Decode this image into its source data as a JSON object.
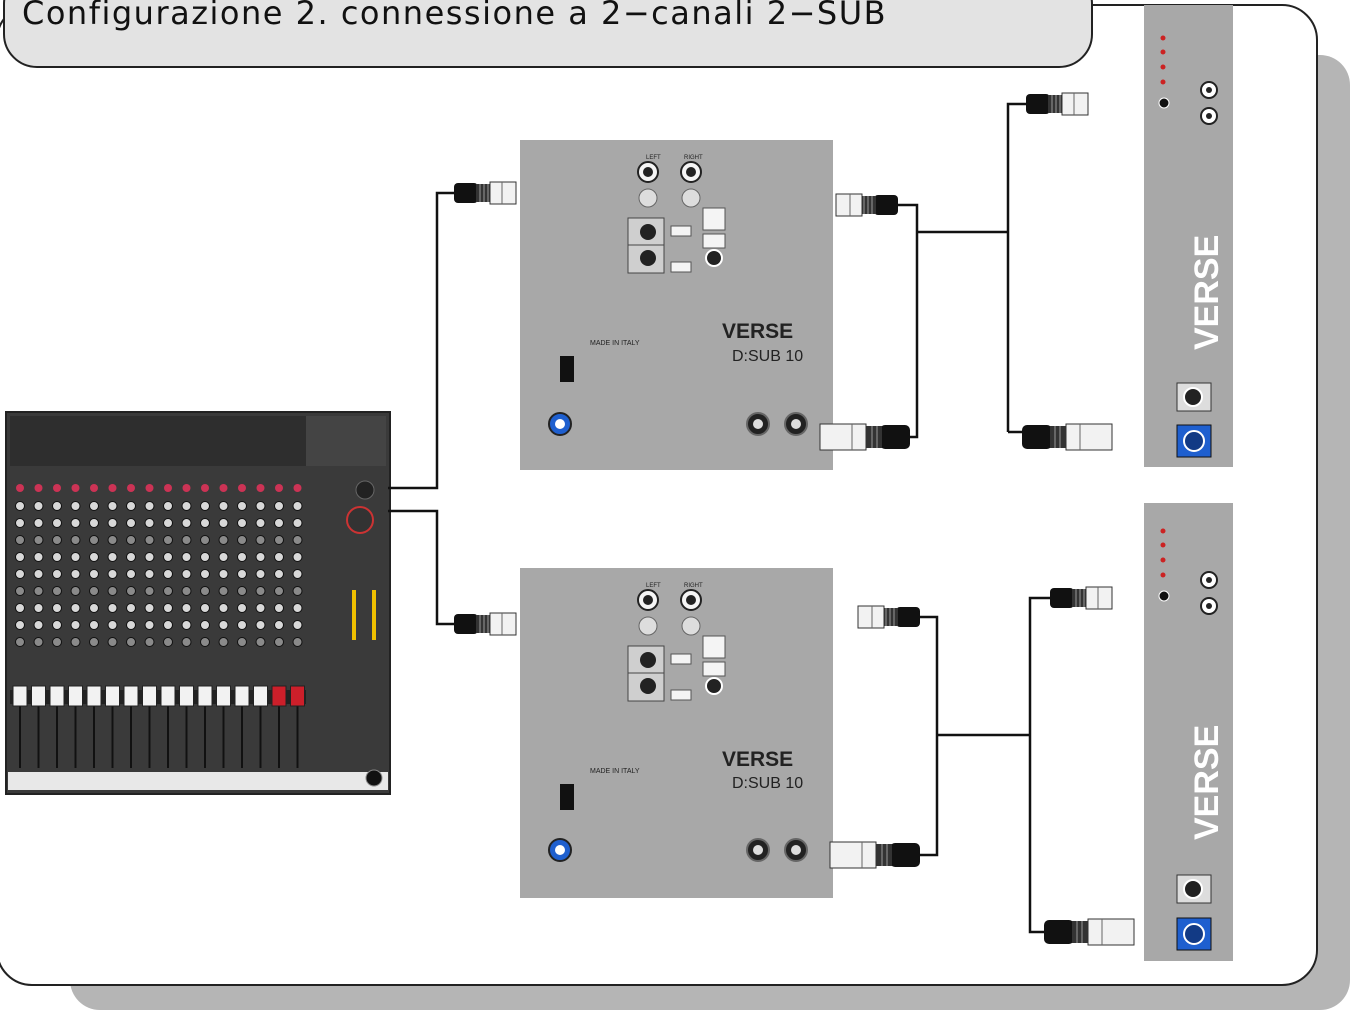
{
  "title": "Configurazione 2. connessione a 2−canali 2−SUB",
  "sub_panel": {
    "brand": "VERSE",
    "model": "D:SUB 10",
    "made_in": "MADE IN ITALY",
    "input_left": "LEFT",
    "input_right": "RIGHT"
  },
  "satellite": {
    "brand": "VERSE"
  },
  "colors": {
    "panel": "#a8a8a8",
    "speakon_blue": "#1e5fcf",
    "mixer_body": "#3a3a3a",
    "fader_red": "#cc1f2a"
  }
}
